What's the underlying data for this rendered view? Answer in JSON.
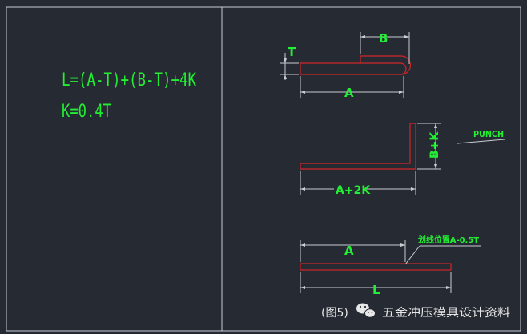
{
  "colors": {
    "background": "#262b33",
    "frame": "#c9cdd2",
    "part": "#d0262a",
    "dimension": "#c9cdd2",
    "text_green": "#22ee33",
    "caption": "#e8e8e8"
  },
  "formula": {
    "line1": "L=(A-T)+(B-T)+4K",
    "line2": "K=0.4T"
  },
  "fig1": {
    "label_t": "T",
    "label_b": "B",
    "label_a": "A"
  },
  "fig2": {
    "label_bk": "B+K",
    "label_a2k": "A+2K",
    "label_punch": "PUNCH"
  },
  "fig3": {
    "label_a": "A",
    "label_l": "L",
    "label_mark": "划线位置A-0.5T"
  },
  "caption": {
    "fig_label": "(图5)",
    "brand": "五金冲压模具设计资料",
    "icon": "wechat-icon"
  }
}
